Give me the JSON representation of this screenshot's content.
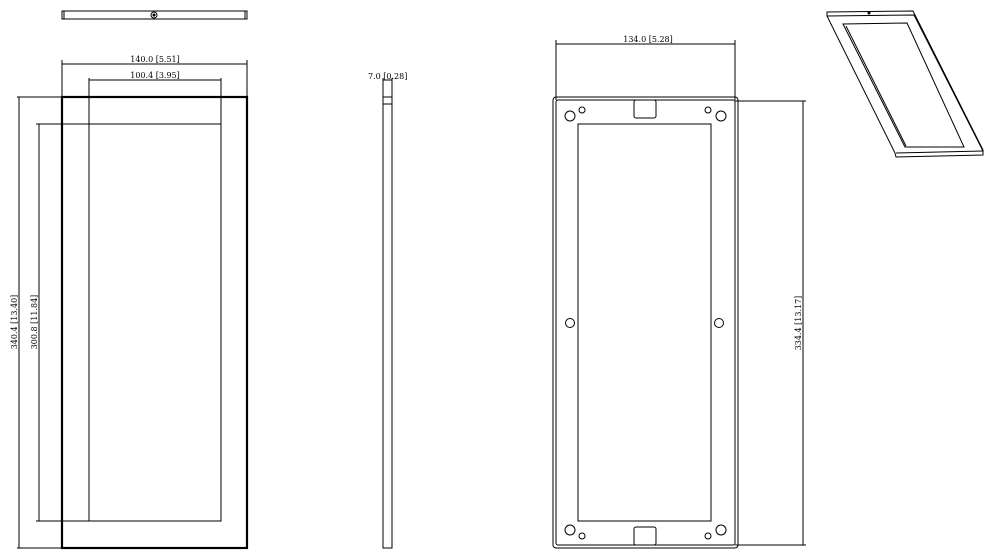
{
  "dimensions": {
    "front_width": "140.0 [5.51]",
    "front_inner_width": "100.4 [3.95]",
    "front_height": "340.4 [13.40]",
    "front_inner_height": "300.8 [11.84]",
    "side_thickness": "7.0 [0.28]",
    "back_width": "134.0 [5.28]",
    "back_height": "334.4 [13.17]"
  },
  "colors": {
    "line": "#000000",
    "background": "#ffffff"
  }
}
